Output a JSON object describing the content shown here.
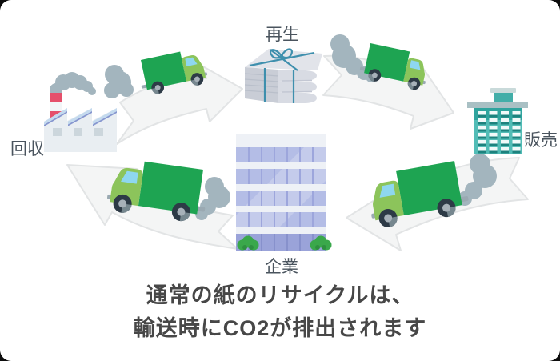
{
  "diagram": {
    "title_hint": "paper recycling transport cycle",
    "nodes": {
      "collection": {
        "label": "回収",
        "icon": "factory-icon"
      },
      "recycling": {
        "label": "再生",
        "icon": "paper-bundle-icon"
      },
      "sales": {
        "label": "販売",
        "icon": "store-building-icon"
      },
      "company": {
        "label": "企業",
        "icon": "office-building-icon"
      }
    },
    "transport": {
      "vehicle_icon": "truck-icon",
      "emission_icon": "exhaust-smoke-icon",
      "route_icon": "cycle-arrow"
    },
    "caption": {
      "line1": "通常の紙のリサイクルは、",
      "line2": "輸送時にCO2が排出されます"
    },
    "colors": {
      "arrow_gray": "#f4f5f5",
      "arrow_outline": "#e2e4e5",
      "truck_box_green": "#1ea452",
      "truck_cab_green": "#8cc45b",
      "truck_windshield_blue": "#8ed7f0",
      "wheel_dark": "#2d3a46",
      "smoke_gray": "#a3b5be",
      "factory_body": "#e9eef2",
      "factory_chimney_red": "#e5506b",
      "factory_roof_blue": "#c4daee",
      "bundle_paper_gray": "#d8dbe3",
      "bundle_string_teal": "#3e8fad",
      "sales_building_teal": "#52bcb6",
      "company_building_purple": "#b4bde6",
      "bush_green": "#3aa84b",
      "label_text": "#4a545e",
      "caption_text": "#474747"
    }
  }
}
